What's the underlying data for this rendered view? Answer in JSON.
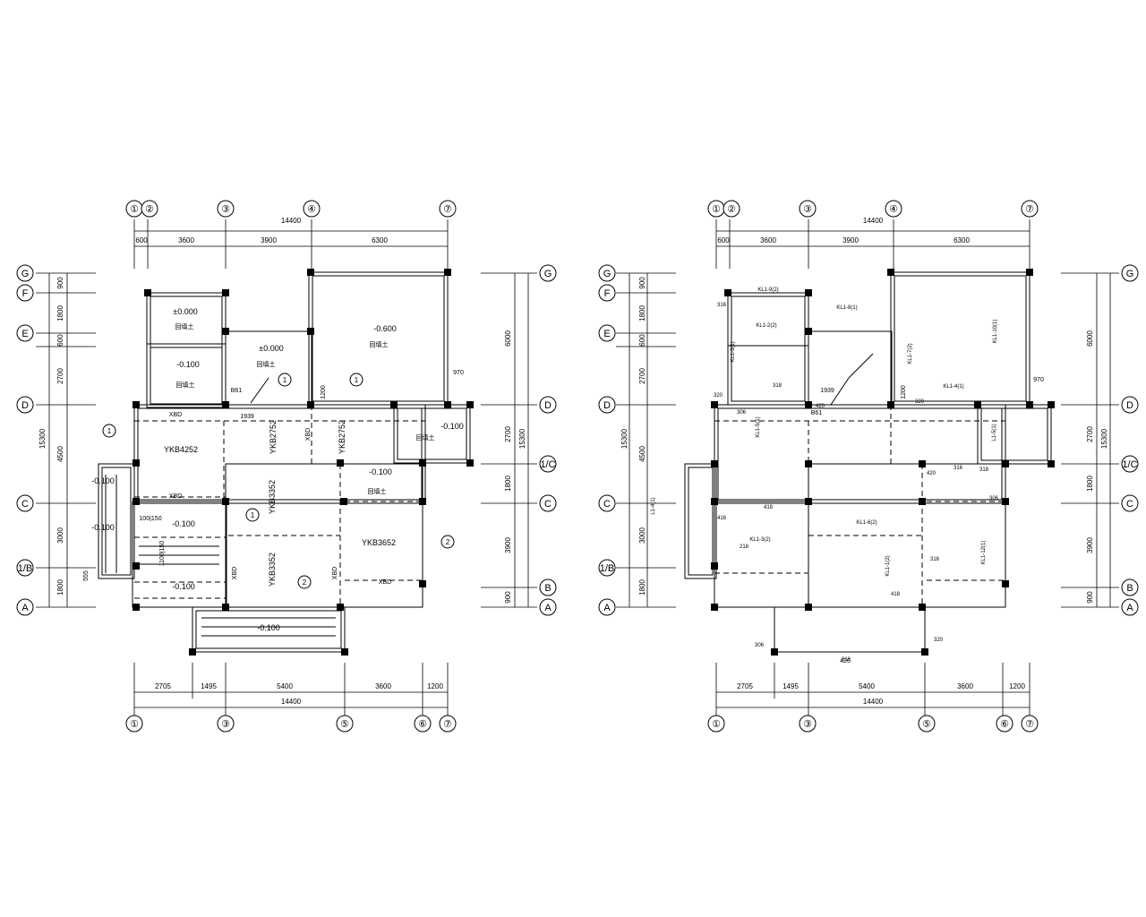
{
  "plan_left": {
    "grid_cols_top": [
      "①",
      "②",
      "③",
      "④",
      "⑦"
    ],
    "grid_cols_bottom": [
      "①",
      "③",
      "⑤",
      "⑥",
      "⑦"
    ],
    "grid_rows": [
      "G",
      "F",
      "E",
      "D",
      "1/C",
      "C",
      "1/B",
      "B",
      "A"
    ],
    "dims_top": [
      "600",
      "3600",
      "3900",
      "6300"
    ],
    "dim_top_total": "14400",
    "dims_bottom": [
      "2705",
      "1495",
      "5400",
      "3600",
      "1200"
    ],
    "dim_bottom_total": "14400",
    "dims_left": [
      "900",
      "1800",
      "600",
      "2700",
      "4500",
      "3000",
      "1800"
    ],
    "dim_left_total": "15300",
    "dims_right": [
      "6000",
      "2700",
      "1800",
      "3900",
      "900"
    ],
    "dim_right_total": "15300",
    "level_labels": [
      "±0.000",
      "-0.100",
      "±0.000",
      "-0.600",
      "-0.100",
      "-0.100",
      "-0.100",
      "-0.100",
      "-0.100",
      "-0.100",
      "-0.100"
    ],
    "room_notes": [
      "回填土",
      "回填土",
      "回填土",
      "回填土",
      "回填土",
      "回填土"
    ],
    "slab_labels": [
      "YKB4252",
      "YKB2752",
      "YKB2752",
      "YKB3352",
      "YKB3352",
      "YKB3652"
    ],
    "beam_labels": [
      "XBD",
      "XBD",
      "XBD",
      "XBD",
      "XBD",
      "XBD"
    ],
    "misc_labels": [
      "B61",
      "1939",
      "1200",
      "970",
      "100|150",
      "1100|150",
      "555"
    ],
    "section_marks": [
      "1",
      "1",
      "1",
      "1",
      "2",
      "2"
    ]
  },
  "plan_right": {
    "grid_cols_top": [
      "①",
      "②",
      "③",
      "④",
      "⑦"
    ],
    "grid_cols_bottom": [
      "①",
      "③",
      "⑤",
      "⑥",
      "⑦"
    ],
    "grid_rows": [
      "G",
      "F",
      "E",
      "D",
      "1/C",
      "C",
      "1/B",
      "B",
      "A"
    ],
    "dims_top": [
      "600",
      "3600",
      "3900",
      "6300"
    ],
    "dim_top_total": "14400",
    "dims_bottom": [
      "2705",
      "1495",
      "5400",
      "3600",
      "1200"
    ],
    "dim_bottom_total": "14400",
    "dims_left": [
      "900",
      "1800",
      "600",
      "2700",
      "4500",
      "3000",
      "1800"
    ],
    "dim_left_total": "15300",
    "dims_right": [
      "6000",
      "2700",
      "1800",
      "3900",
      "900"
    ],
    "dim_right_total": "15300",
    "beam_tags": [
      "KL1-9(2)",
      "KL1-8(1)",
      "KL1-7(2)",
      "KL1-10(1)",
      "KL1-2(2)",
      "KL1-3(1)",
      "KL1-4(1)",
      "KL1-5(1)",
      "L1-5(1)",
      "KL1-6(2)",
      "KL1-1(2)",
      "KL1-12(1)",
      "KL1-3(2)",
      "L1-4(1)"
    ],
    "rebar_tags": [
      "316",
      "318",
      "320",
      "306",
      "420",
      "418",
      "416",
      "218",
      "320",
      "316",
      "318",
      "420",
      "306",
      "316",
      "418",
      "320",
      "306",
      "318"
    ],
    "misc_labels": [
      "B61",
      "1939",
      "1200",
      "970",
      "420"
    ]
  }
}
